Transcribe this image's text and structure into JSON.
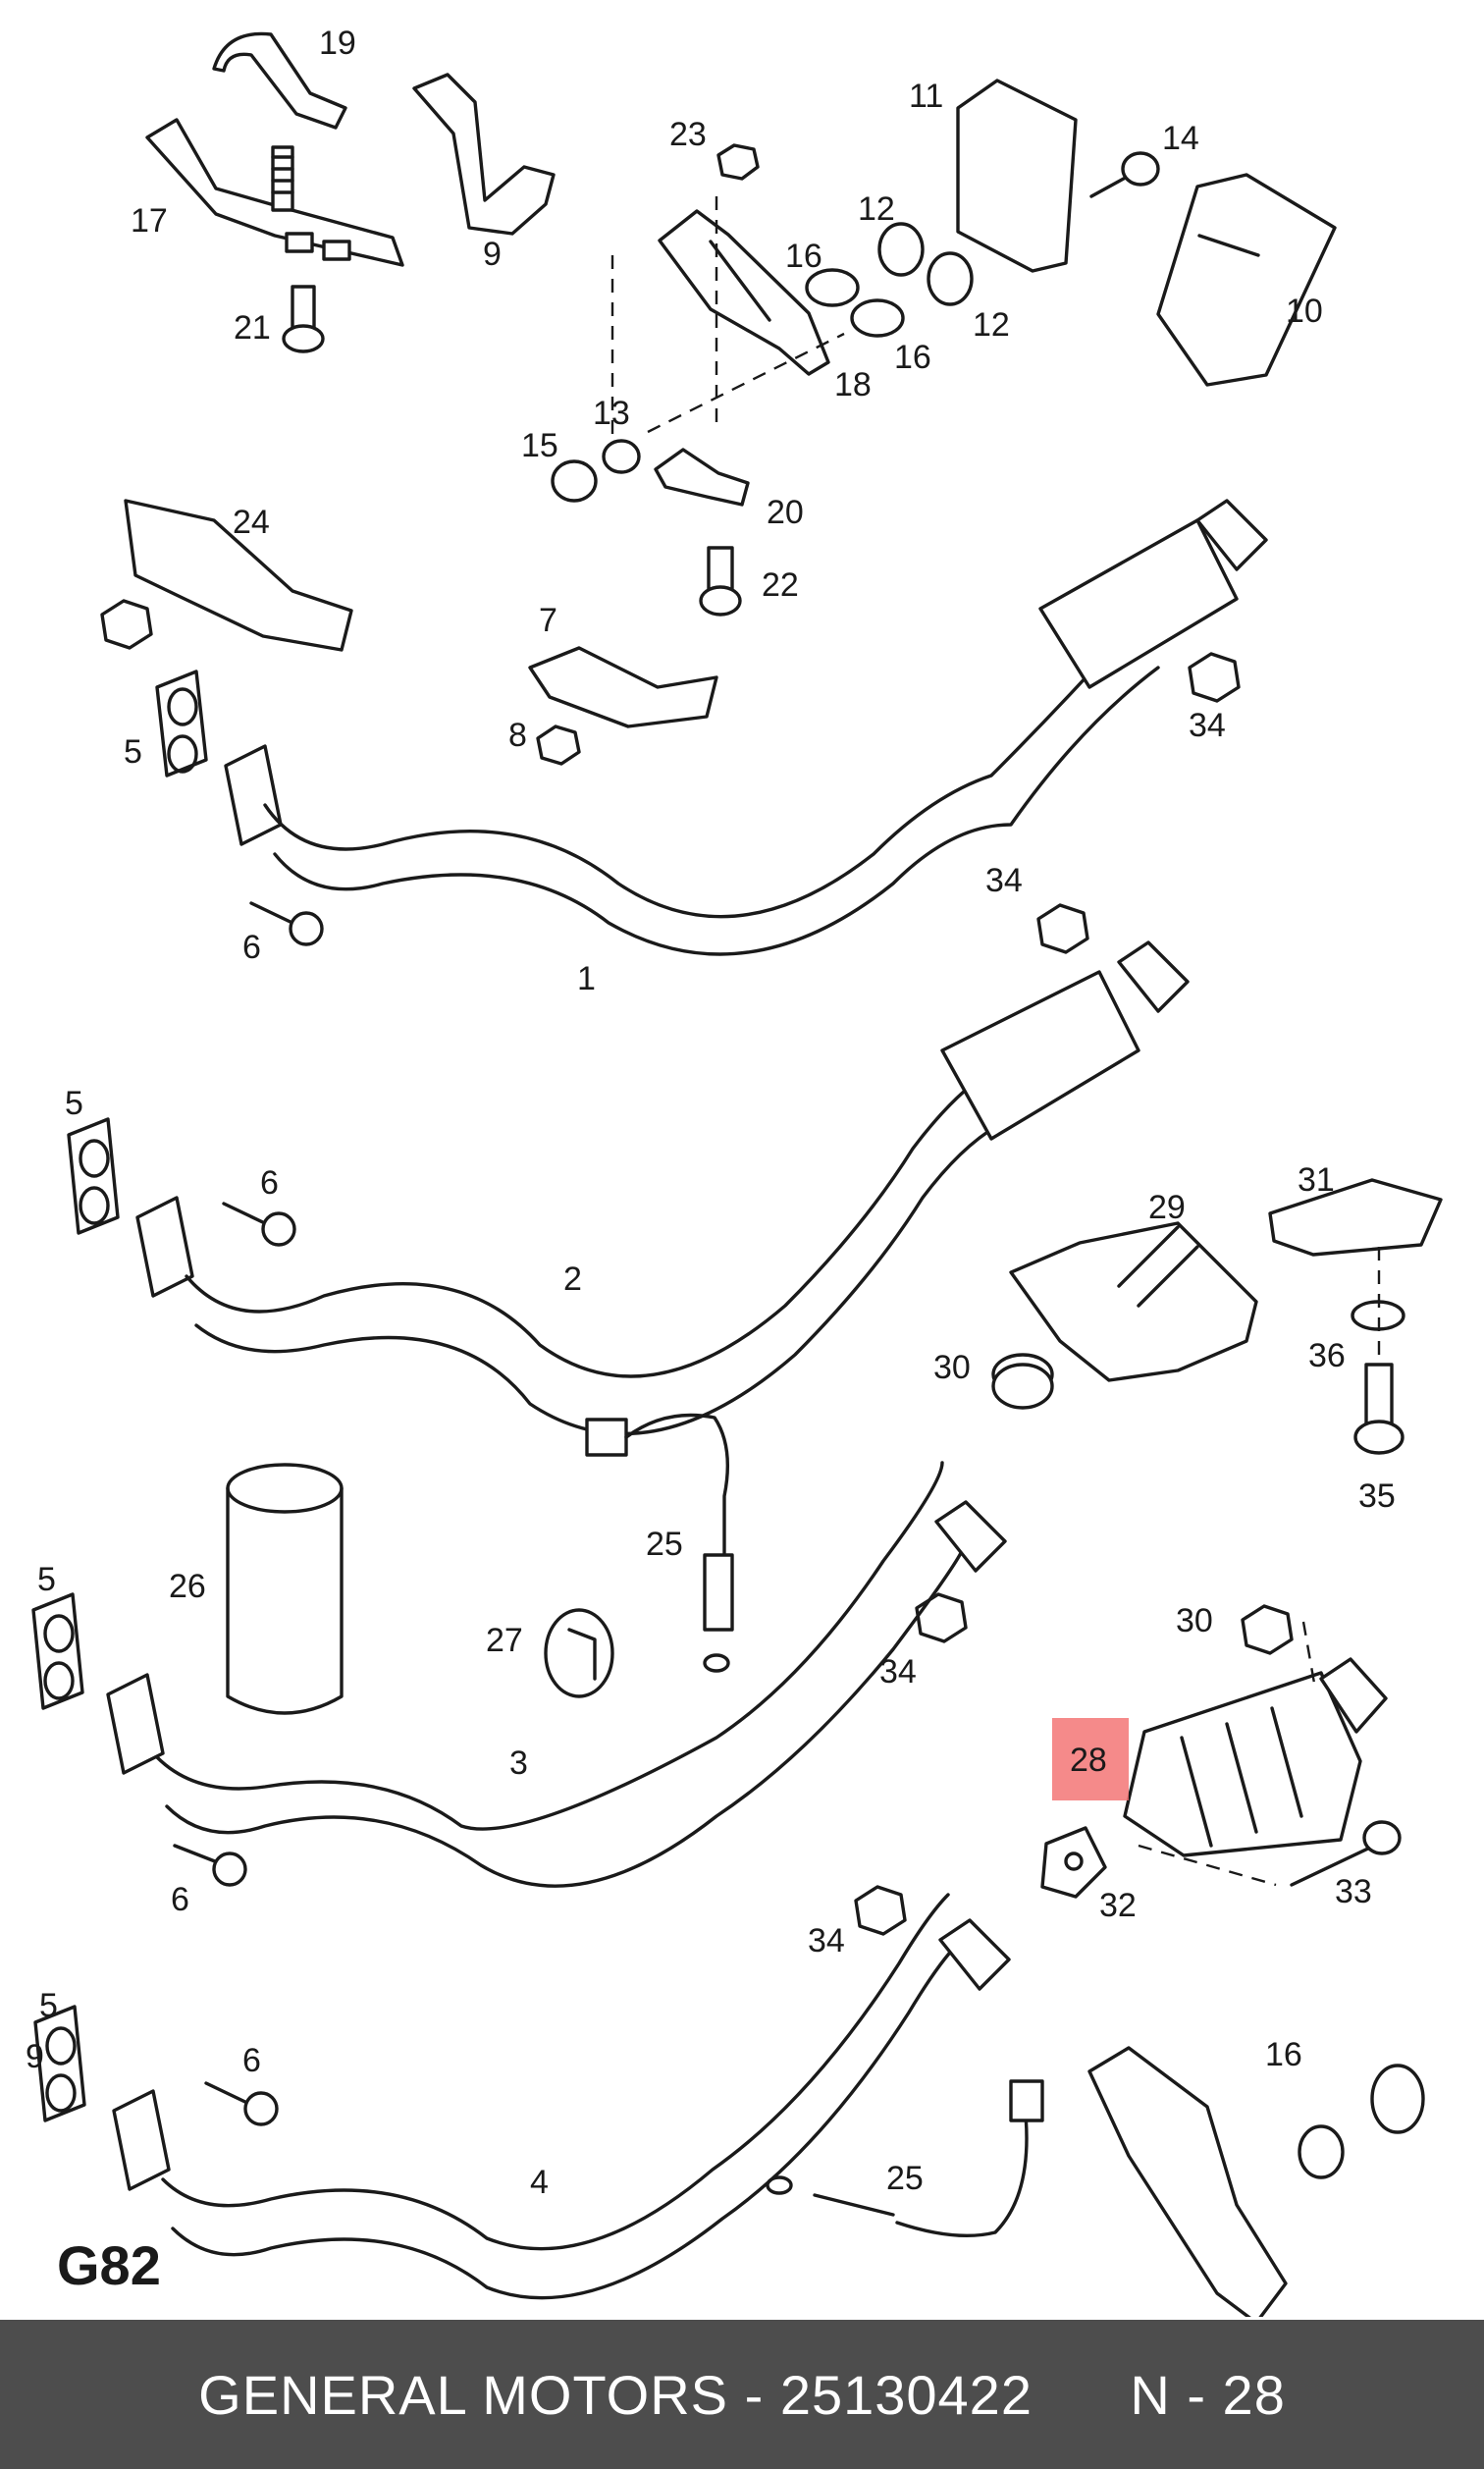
{
  "diagram": {
    "section_code": "G82",
    "highlight_color": "#f26d6d",
    "highlighted_label": "28",
    "callouts": {
      "c1": "1",
      "c2": "2",
      "c3": "3",
      "c4": "4",
      "c5a": "5",
      "c5b": "5",
      "c5c": "5",
      "c5d": "5",
      "c6a": "6",
      "c6b": "6",
      "c6c": "6",
      "c6d": "6",
      "c7": "7",
      "c8": "8",
      "c9a": "9",
      "c9b": "9",
      "c10": "10",
      "c11": "11",
      "c12a": "12",
      "c12b": "12",
      "c13": "13",
      "c14": "14",
      "c15": "15",
      "c16a": "16",
      "c16b": "16",
      "c16c": "16",
      "c17": "17",
      "c18": "18",
      "c19": "19",
      "c20": "20",
      "c21": "21",
      "c22": "22",
      "c23": "23",
      "c24": "24",
      "c25a": "25",
      "c25b": "25",
      "c26": "26",
      "c27": "27",
      "c28": "28",
      "c29": "29",
      "c30a": "30",
      "c30b": "30",
      "c31": "31",
      "c32": "32",
      "c33": "33",
      "c34a": "34",
      "c34b": "34",
      "c34c": "34",
      "c34d": "34",
      "c35": "35",
      "c36": "36"
    }
  },
  "footer": {
    "manufacturer": "GENERAL MOTORS",
    "separator": "-",
    "part_number": "25130422",
    "position_prefix": "N",
    "position_number": "28"
  }
}
